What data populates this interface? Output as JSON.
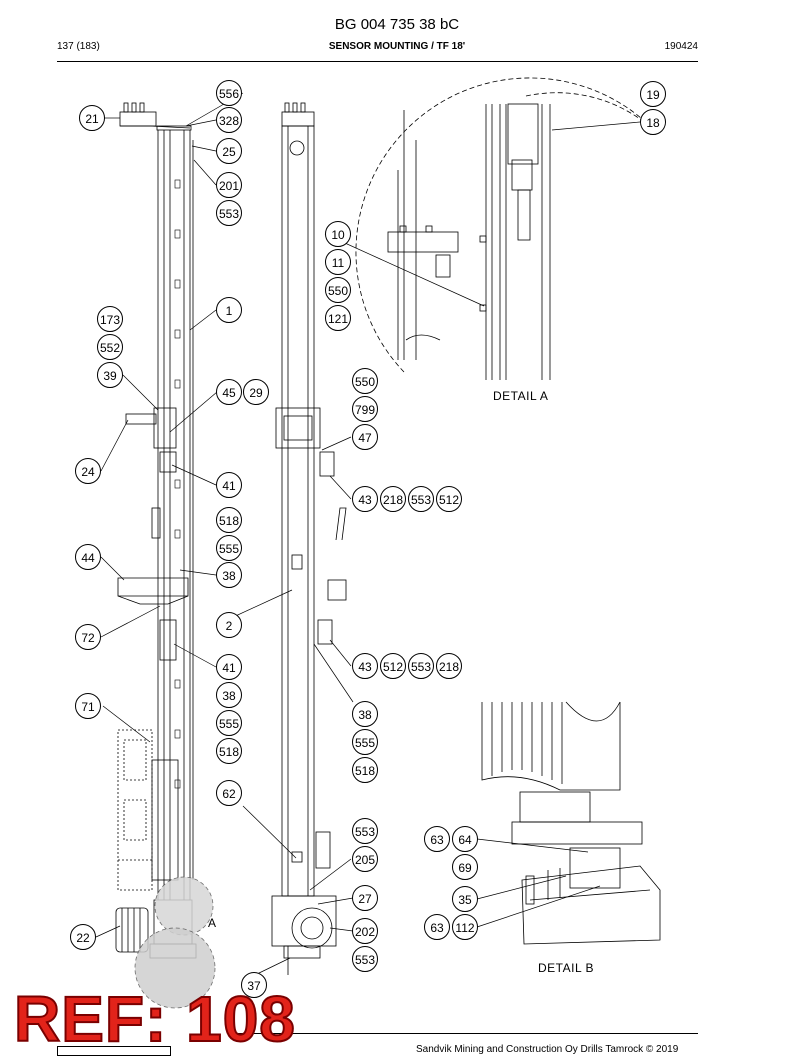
{
  "header": {
    "doc_number": "BG 004 735 38 bC",
    "page": "137 (183)",
    "section": "SENSOR MOUNTING / TF 18'",
    "date": "190424"
  },
  "balloons": {
    "b556": "556",
    "b328": "328",
    "b21": "21",
    "b25": "25",
    "b201": "201",
    "b553a": "553",
    "b1": "1",
    "b173": "173",
    "b552": "552",
    "b39": "39",
    "b45": "45",
    "b29": "29",
    "b24": "24",
    "b41a": "41",
    "b518a": "518",
    "b555a": "555",
    "b44": "44",
    "b38a": "38",
    "b72": "72",
    "b2": "2",
    "b41b": "41",
    "b38b": "38",
    "b71": "71",
    "b555b": "555",
    "b518b": "518",
    "b62": "62",
    "b22": "22",
    "b37": "37",
    "b10": "10",
    "b11": "11",
    "b550a": "550",
    "b121": "121",
    "b550b": "550",
    "b799": "799",
    "b47": "47",
    "b43a": "43",
    "b218a": "218",
    "b553b": "553",
    "b512a": "512",
    "b43b": "43",
    "b512b": "512",
    "b553c": "553",
    "b218b": "218",
    "b38c": "38",
    "b555c": "555",
    "b518c": "518",
    "b553d": "553",
    "b205": "205",
    "b27": "27",
    "b202": "202",
    "b553e": "553",
    "b19": "19",
    "b18": "18",
    "b63a": "63",
    "b64": "64",
    "b69": "69",
    "b35": "35",
    "b63b": "63",
    "b112": "112"
  },
  "labels": {
    "detail_a": "DETAIL  A",
    "detail_b": "DETAIL  B",
    "marker_a": "A"
  },
  "stamp": "REF: 108",
  "footer": "Sandvik Mining and Construction Oy Drills Tamrock © 2019"
}
